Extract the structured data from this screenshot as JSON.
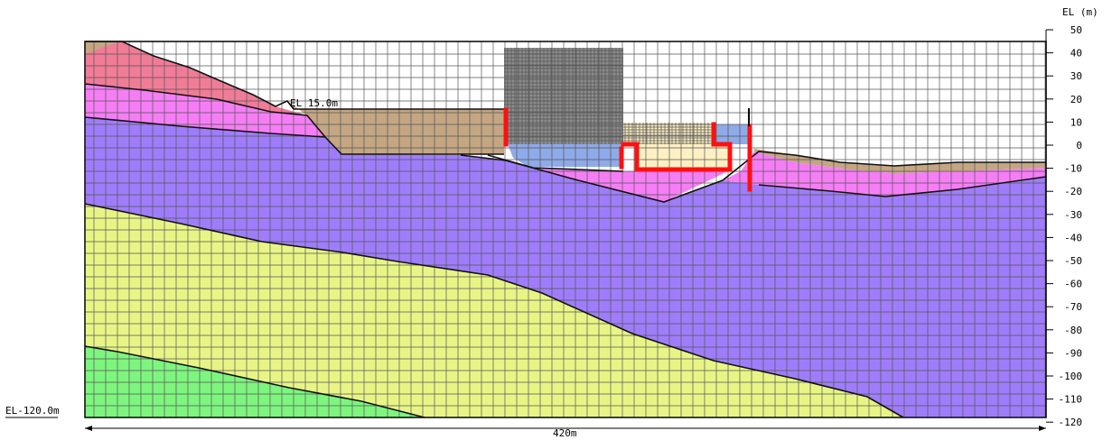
{
  "axis": {
    "title": "EL (m)",
    "ticks": [
      "50",
      "40",
      "30",
      "20",
      "10",
      "0",
      "-10",
      "-20",
      "-30",
      "-40",
      "-50",
      "-60",
      "-70",
      "-80",
      "-90",
      "-100",
      "-110",
      "-120"
    ]
  },
  "labels": {
    "el_top": "EL 15.0m",
    "el_bottom": "EL-120.0m",
    "width": "420m"
  },
  "colors": {
    "crest_soil": "#f07c98",
    "pink_layer": "#f57ef5",
    "purple_layer": "#9f7dfa",
    "yellow_layer": "#e8f586",
    "green_layer": "#7ef57e",
    "fill_brown": "#c4a683",
    "structure_gray": "#8c8c8c",
    "blue_block": "#8eaae8",
    "cream_block": "#fdf0c2",
    "wall_red": "#ff1010",
    "mesh": "#555555"
  }
}
